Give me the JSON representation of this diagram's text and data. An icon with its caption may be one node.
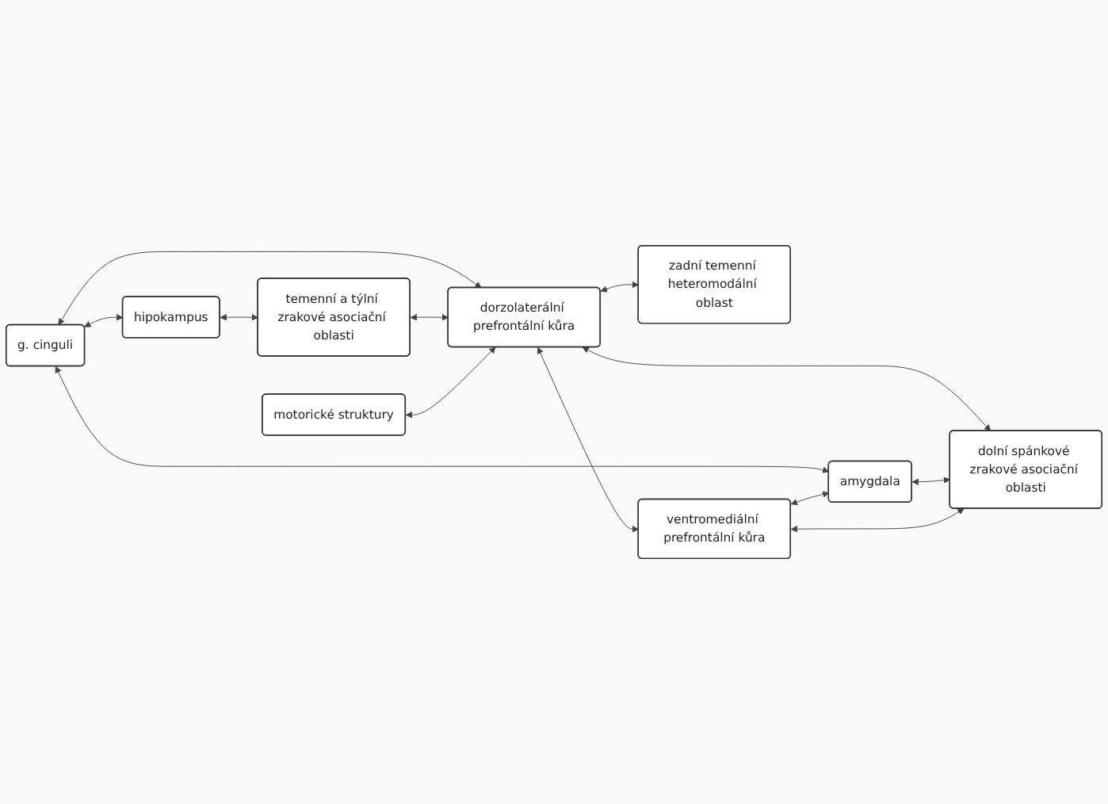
{
  "diagram": {
    "nodes": [
      {
        "text": [
          "g. cinguli"
        ]
      },
      {
        "text": [
          "hipokampus"
        ]
      },
      {
        "text": [
          "temenní a týlní zrakové asociační oblasti"
        ]
      },
      {
        "text": [
          "motorické struktury"
        ]
      },
      {
        "text": [
          "dorzolaterální prefrontální kůra"
        ]
      },
      {
        "text": [
          "zadní temenní heteromodální oblast"
        ]
      },
      {
        "text": [
          "ventromediální prefrontální kůra"
        ]
      },
      {
        "text": [
          "amygdala"
        ]
      },
      {
        "text": [
          "dolní spánkové zrakové asociační oblasti"
        ]
      }
    ],
    "edges": [
      {
        "from": 0,
        "to": 1,
        "arrow": "both"
      },
      {
        "from": 1,
        "to": 2,
        "arrow": "both"
      },
      {
        "from": 0,
        "to": 4,
        "arrow": "both"
      },
      {
        "from": 0,
        "to": 7,
        "arrow": "both"
      },
      {
        "from": 2,
        "to": 4,
        "arrow": "both"
      },
      {
        "from": 3,
        "to": 4,
        "arrow": "both"
      },
      {
        "from": 4,
        "to": 5,
        "arrow": "both"
      },
      {
        "from": 4,
        "to": 6,
        "arrow": "both"
      },
      {
        "from": 4,
        "to": 8,
        "arrow": "both"
      },
      {
        "from": 6,
        "to": 7,
        "arrow": "both"
      },
      {
        "from": 7,
        "to": 8,
        "arrow": "both"
      },
      {
        "from": 6,
        "to": 8,
        "arrow": "both"
      }
    ]
  }
}
